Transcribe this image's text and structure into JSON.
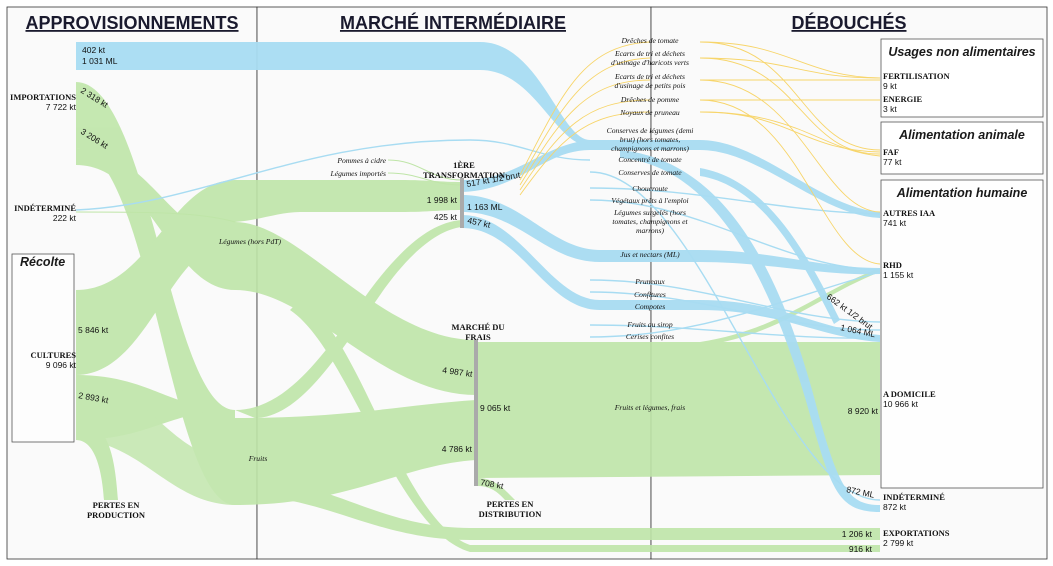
{
  "columns": {
    "supply": "APPROVISIONNEMENTS",
    "market": "MARCHÉ INTERMÉDIAIRE",
    "outlets": "DÉBOUCHÉS"
  },
  "supply": {
    "imports_label": "IMPORTATIONS",
    "imports_value": "7 722 kt",
    "imports_top_kt": "402 kt",
    "imports_top_ml": "1 031 ML",
    "imports_flow_a": "2 318 kt",
    "imports_flow_b": "3 206 kt",
    "undetermined_label": "INDÉTERMINÉ",
    "undetermined_value": "222 kt",
    "harvest_title": "Récolte",
    "crops_label": "CULTURES",
    "crops_value": "9 096 kt",
    "crops_flow_a": "5 846 kt",
    "crops_flow_b": "2 893 kt",
    "production_losses_1": "PERTES EN",
    "production_losses_2": "PRODUCTION"
  },
  "market": {
    "cider_apples": "Pommes à cidre",
    "imported_veg": "Légumes importés",
    "veg_label": "Légumes (hors PdT)",
    "fruit_label": "Fruits",
    "first_transf_1": "1ÈRE",
    "first_transf_2": "TRANSFORMATION",
    "transf_in_1998": "1 998 kt",
    "transf_in_425": "425 kt",
    "transf_out_517": "517 kt 1/2 brut",
    "transf_out_1163": "1 163 ML",
    "transf_out_457": "457 kt",
    "fresh_market_1": "MARCHÉ DU",
    "fresh_market_2": "FRAIS",
    "fresh_in_4987": "4 987 kt",
    "fresh_in_4786": "4 786 kt",
    "fresh_total": "9 065 kt",
    "fresh_loss": "708 kt",
    "distrib_losses_1": "PERTES EN",
    "distrib_losses_2": "DISTRIBUTION",
    "fresh_flow_label": "Fruits et légumes, frais"
  },
  "products": [
    "Drêches de tomate",
    "Ecarts de tri et déchets",
    "d'usinage d'haricots verts",
    "Ecarts de tri et déchets",
    "d'usinage de petits pois",
    "Drêches de pomme",
    "Noyaux de pruneau",
    "Conserves de légumes (demi",
    "brut) (hors tomates,",
    "champignons et marrons)",
    "Concentré de tomate",
    "Conserves de tomate",
    "Choucroute",
    "Végétaux prêts à l'emploi",
    "Légumes surgelés (hors",
    "tomates, champignons et",
    "marrons)",
    "Jus et nectars (ML)",
    "Pruneaux",
    "Confitures",
    "Compotes",
    "Fruits au sirop",
    "Cerises confites"
  ],
  "outlets": {
    "nonfood_title": "Usages non alimentaires",
    "fert_label": "FERTILISATION",
    "fert_value": "9 kt",
    "energy_label": "ENERGIE",
    "energy_value": "3 kt",
    "feed_title": "Alimentation animale",
    "faf_label": "FAF",
    "faf_value": "77 kt",
    "human_title": "Alimentation humaine",
    "iaa_label": "AUTRES IAA",
    "iaa_value": "741 kt",
    "rhd_label": "RHD",
    "rhd_value": "1 155 kt",
    "rhd_flow_a": "662 kt 1/2 brut",
    "rhd_flow_b": "1 064 ML",
    "home_label": "A DOMICILE",
    "home_value": "10 966 kt",
    "home_flow": "8 920 kt",
    "undet_label": "INDÉTERMINÉ",
    "undet_value": "872 kt",
    "undet_flow": "872 ML",
    "export_label": "EXPORTATIONS",
    "export_value": "2 799 kt",
    "export_flow_a": "1 206 kt",
    "export_flow_b": "916 kt"
  },
  "colors": {
    "green_flow": "#bfe5a8",
    "blue_flow": "#a8dcf2",
    "yellow_flow": "#f7d56a",
    "node_bar": "#aaaaaa"
  }
}
